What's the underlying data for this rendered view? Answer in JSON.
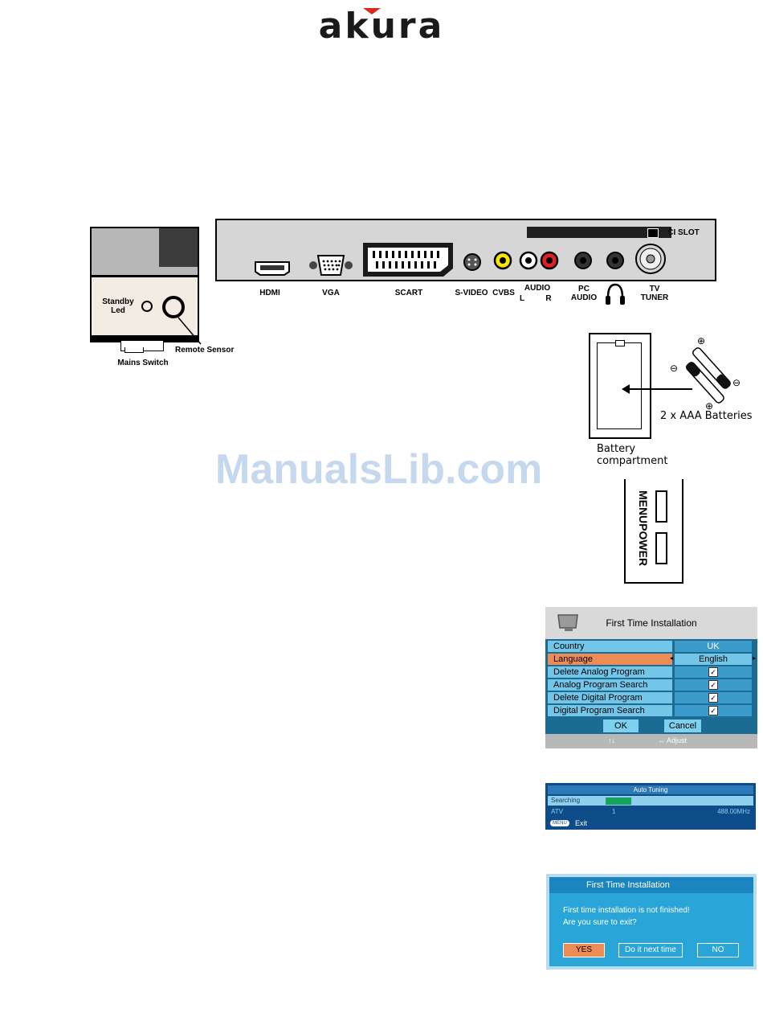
{
  "logo": {
    "text": "akura"
  },
  "side_panel": {
    "standby_led_label": "Standby Led",
    "remote_sensor_label": "Remote Sensor",
    "mains_switch_label": "Mains Switch"
  },
  "back_panel": {
    "ci_slot_label": "CI SLOT",
    "ports": {
      "hdmi": "HDMI",
      "vga": "VGA",
      "scart": "SCART",
      "svideo": "S-VIDEO",
      "cvbs": "CVBS",
      "audio": "AUDIO",
      "audio_l": "L",
      "audio_r": "R",
      "pc_audio_line1": "PC",
      "pc_audio_line2": "AUDIO",
      "tv_tuner_line1": "TV",
      "tv_tuner_line2": "TUNER"
    }
  },
  "battery": {
    "batteries_label": "2 x AAA Batteries",
    "compartment_line1": "Battery",
    "compartment_line2": "compartment",
    "plus": "⊕",
    "minus": "⊖"
  },
  "watermark": "ManualsLib.com",
  "remote_buttons": {
    "menu": "MENU",
    "power": "POWER"
  },
  "first_time_installation": {
    "title": "First Time Installation",
    "rows": [
      {
        "name": "Country",
        "value": "UK"
      },
      {
        "name": "Language",
        "value": "English"
      },
      {
        "name": "Delete Analog Program",
        "value": "✓"
      },
      {
        "name": "Analog Program Search",
        "value": "✓"
      },
      {
        "name": "Delete Digital Program",
        "value": "✓"
      },
      {
        "name": "Digital Program Search",
        "value": "✓"
      }
    ],
    "ok_label": "OK",
    "cancel_label": "Cancel",
    "footer_move": "↑↓",
    "footer_adjust": "↔ Adjust"
  },
  "auto_tuning": {
    "title": "Auto Tuning",
    "searching_label": "Searching",
    "progress": 0.12,
    "type": "ATV",
    "channel": "1",
    "frequency": "488.00MHz",
    "menu_key": "MENU",
    "exit_label": "Exit"
  },
  "exit_dialog": {
    "title": "First Time Installation",
    "message_line1": "First time installation is not finished!",
    "message_line2": "Are you sure to exit?",
    "yes_label": "YES",
    "later_label": "Do it next time",
    "no_label": "NO"
  },
  "colors": {
    "menu_blue": "#1c6b95",
    "highlight_orange": "#ee8c55",
    "logo_red": "#d9281e"
  }
}
